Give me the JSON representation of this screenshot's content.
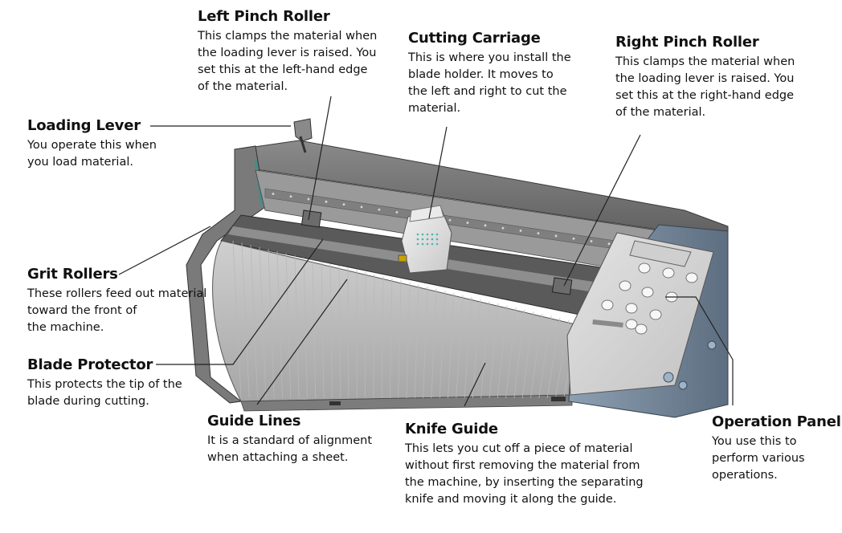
{
  "callouts": {
    "left_pinch_roller": {
      "title": "Left Pinch Roller",
      "text": "This clamps the material when\nthe loading lever is raised. You\nset this at the left-hand edge\nof the material."
    },
    "cutting_carriage": {
      "title": "Cutting Carriage",
      "text": "This is where you install the\nblade holder. It moves to\nthe left and right to cut the\nmaterial."
    },
    "right_pinch_roller": {
      "title": "Right Pinch Roller",
      "text": "This clamps the material when\nthe loading lever is raised. You\nset this at the right-hand edge\nof the material."
    },
    "loading_lever": {
      "title": "Loading Lever",
      "text": "You operate this when\nyou load material."
    },
    "grit_rollers": {
      "title": "Grit Rollers",
      "text": "These rollers feed out material\ntoward the front of\nthe machine."
    },
    "blade_protector": {
      "title": "Blade Protector",
      "text": "This protects the tip of the\nblade during cutting."
    },
    "guide_lines": {
      "title": "Guide Lines",
      "text": "It is a standard of alignment\nwhen attaching a sheet."
    },
    "knife_guide": {
      "title": "Knife Guide",
      "text": "This lets you cut off a piece of material\nwithout first removing the material from\nthe machine, by inserting the separating\nknife and moving it along the guide."
    },
    "operation_panel": {
      "title": "Operation Panel",
      "text": "You use this to\nperform various\noperations."
    }
  },
  "colors": {
    "body_dark": "#6a6a6a",
    "body_mid": "#a3a3a3",
    "body_light": "#d4d4d4",
    "panel": "#d9d9d9",
    "teal_accent": "#3f8f8a",
    "leader_line": "#222222"
  }
}
